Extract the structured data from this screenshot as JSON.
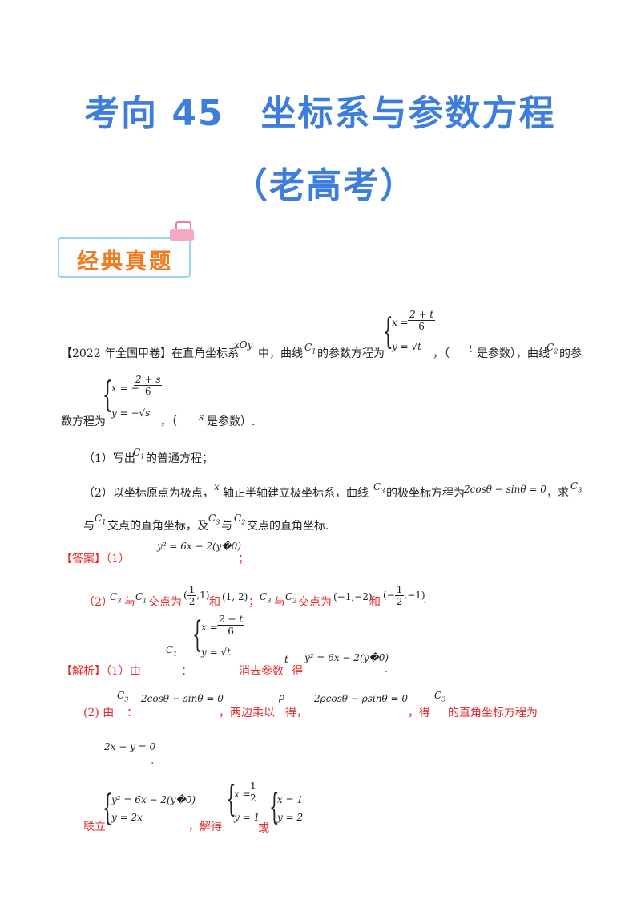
{
  "title": {
    "line1": "考向 45　坐标系与参数方程",
    "line2": "（老高考）"
  },
  "badge": {
    "label": "经典真题"
  },
  "problem": {
    "source": "【2022 年全国甲卷】",
    "p1a": "在直角坐标系",
    "p1b": "中，曲线",
    "p1c": "的参数方程为",
    "p1d": "，（",
    "p1e": "是参数），曲线",
    "p1f": "的参",
    "p2a": "数方程为",
    "p2b": "，（",
    "p2c": "是参数）.",
    "q1": "（1）写出",
    "q1b": "的普通方程；",
    "q2a": "（2）以坐标原点为极点，",
    "q2b": "轴正半轴建立极坐标系，曲线",
    "q2c": "的极坐标方程为",
    "q2d": "，求",
    "q2e": "与",
    "q2f": "交点的直角坐标，及",
    "q2g": "与",
    "q2h": "交点的直角坐标."
  },
  "math": {
    "xOy": "xOy",
    "C": "C",
    "x": "x",
    "y": "y",
    "t": "t",
    "s": "s",
    "sub1": "1",
    "sub2": "2",
    "sub3": "3",
    "p_eq": "2cosθ − sinθ = 0",
    "x_eq": "x =",
    "y_eq_t": "y = √t",
    "frac_t_num": "2 + t",
    "frac_den": "6",
    "x_eq_neg": "x = −",
    "frac_s_num": "2 + s",
    "y_eq_s": "y = −√s",
    "ans1_eq": "y² = 6x − 2(y�0)",
    "pt_a_num": "1",
    "pt_a_den": "2",
    "pt_a": "(1/2,1)",
    "pt_b": "(1, 2)",
    "pt_c": "(−1,−2)",
    "pt_d": "(−1/2,−1)",
    "polar2": "2ρcosθ − ρsinθ = 0",
    "rho": "ρ",
    "line_eq": "2x − y = 0",
    "sys_y2": "y² = 6x − 2(y�0)",
    "sys_y": "y = 2x",
    "sol_x_half": "x =",
    "sol_y1": "y = 1",
    "sol_x1": "x = 1",
    "sol_y2": "y = 2"
  },
  "answer": {
    "label": "【答案】",
    "p1": "（1）",
    "p1_end": "；",
    "p2": "（2）",
    "with": "与",
    "jd": "交点为",
    "he": "和",
    "sep": "；",
    "end": "."
  },
  "analysis": {
    "label": "【解析】",
    "a1": "（1）由",
    "colon": "：",
    "a1b": "消去参数",
    "a1c": "得",
    "a1d": ".",
    "a2": "(2) 由",
    "a2b": "：",
    "a2c": "，两边乘以",
    "a2d": "得，",
    "a2e": "，得",
    "a2f": "的直角坐标方程为",
    "dot": ".",
    "lian": "联立",
    "jiede": "，解得",
    "huo": "或"
  }
}
